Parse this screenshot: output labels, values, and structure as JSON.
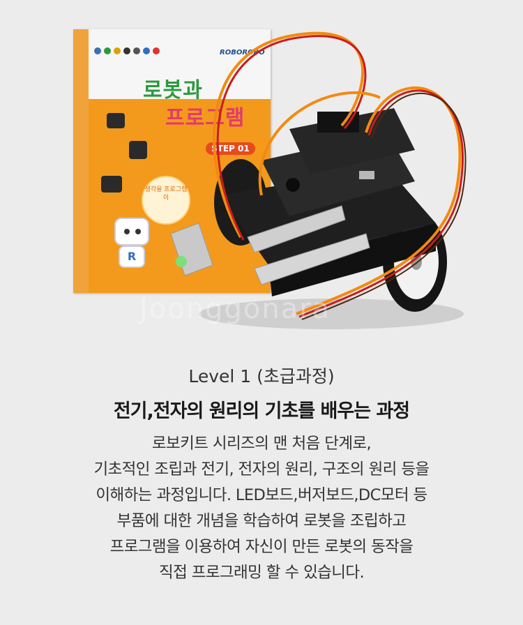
{
  "hero": {
    "image_alt": "로봇과 프로그램 교재와 조립된 로봇키트",
    "book": {
      "brand": "ROBOROBO",
      "title_line1": "로봇과",
      "title_line2": "프로그램",
      "step": "STEP 01",
      "circle_text": "생각을 프로그램이",
      "mascot_letter": "R"
    },
    "watermark": "Joonggonara"
  },
  "caption": {
    "level": "Level 1 (초급과정)",
    "headline": "전기,전자의 원리의 기초를 배우는 과정",
    "description_lines": [
      "로보키트 시리즈의 맨 처음 단계로,",
      "기초적인 조립과 전기, 전자의 원리, 구조의 원리 등을",
      "이해하는 과정입니다. LED보드,버저보드,DC모터 등",
      "부품에 대한 개념을 학습하여 로봇을 조립하고",
      "프로그램을 이용하여 자신이 만든 로봇의 동작을",
      "직접 프로그래밍 할 수 있습니다."
    ]
  },
  "colors": {
    "background": "#ececec",
    "book_orange": "#f39a1c",
    "wire_orange": "#f28a10",
    "text_dark": "#1a1a1a"
  }
}
